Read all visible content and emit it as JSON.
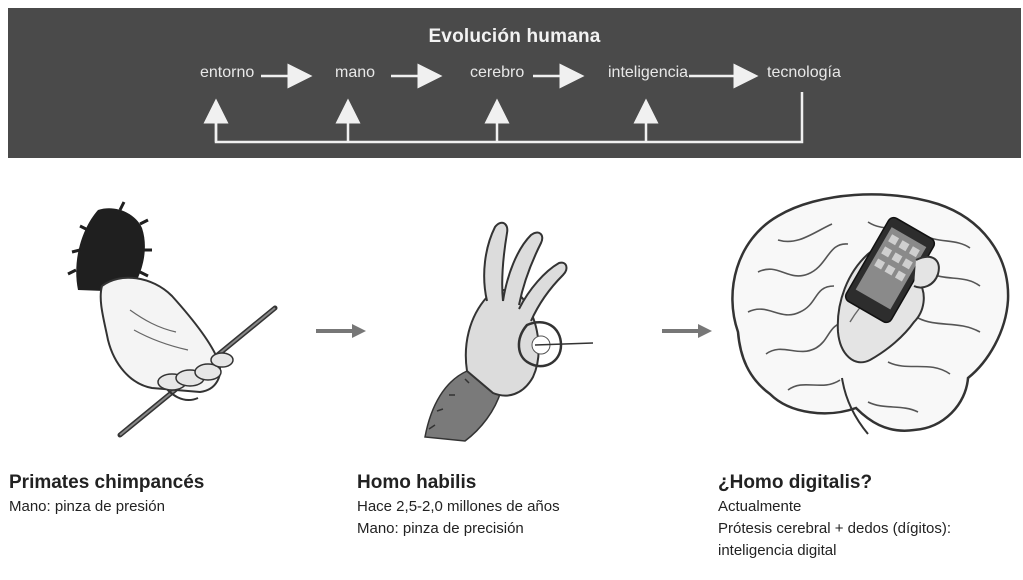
{
  "banner": {
    "title": "Evolución humana",
    "flow": [
      "entorno",
      "mano",
      "cerebro",
      "inteligencia",
      "tecnología"
    ],
    "colors": {
      "background": "#4a4a4a",
      "text": "#e8e8e8"
    }
  },
  "stages": [
    {
      "title": "Primates chimpancés",
      "lines": [
        "Mano: pinza de presión"
      ],
      "illustration": "chimpanzee-hand-grip"
    },
    {
      "title": "Homo habilis",
      "lines": [
        "Hace 2,5-2,0 millones de años",
        "Mano: pinza de precisión"
      ],
      "illustration": "precision-pinch-hand"
    },
    {
      "title": "¿Homo digitalis?",
      "lines": [
        "Actualmente",
        "Prótesis cerebral + dedos (dígitos):",
        "inteligencia digital"
      ],
      "illustration": "brain-with-hand-and-phone"
    }
  ]
}
